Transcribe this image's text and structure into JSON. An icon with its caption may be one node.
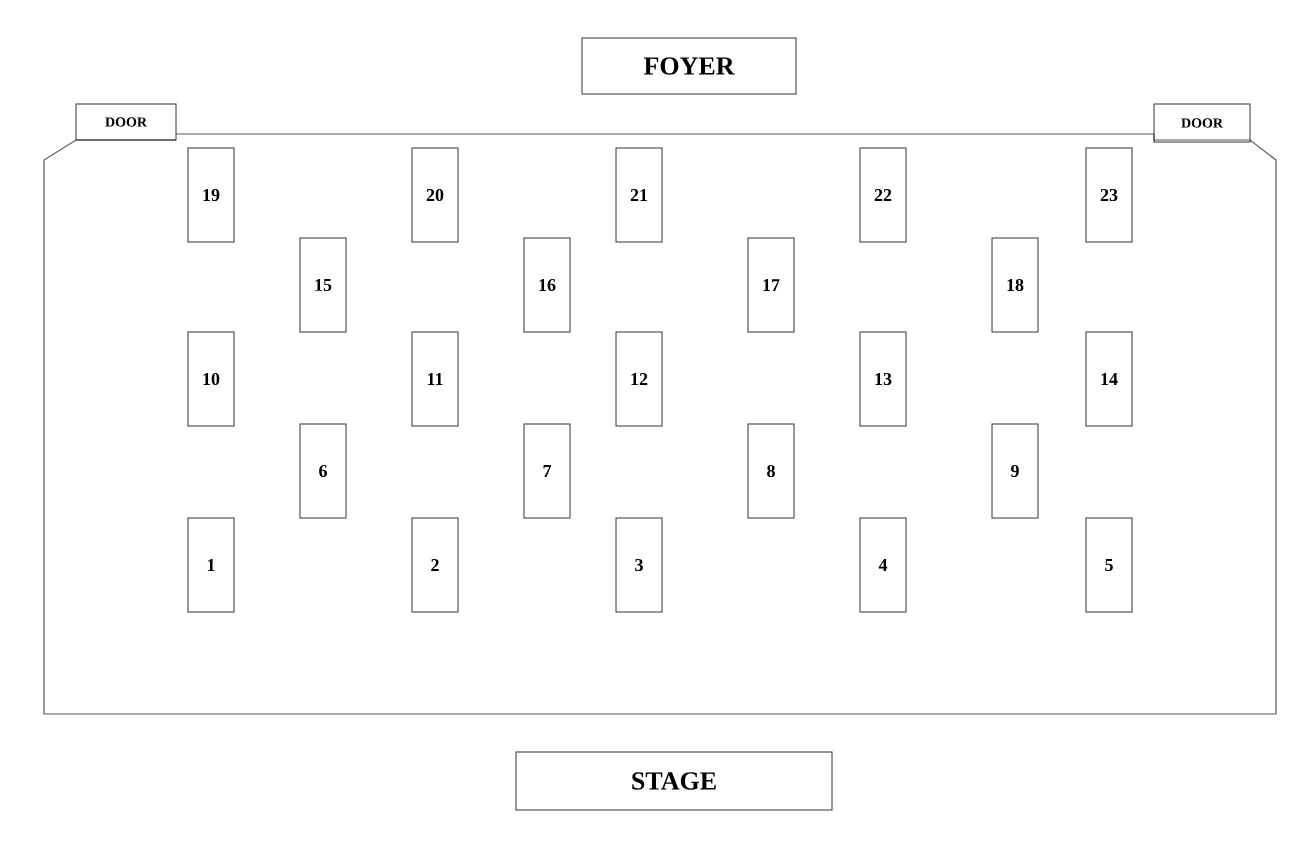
{
  "diagram": {
    "nodes": [
      {
        "text": [
          "FOYER"
        ]
      },
      {
        "text": [
          "DOOR"
        ]
      },
      {
        "text": [
          "DOOR"
        ]
      },
      {
        "text": [
          "19"
        ]
      },
      {
        "text": [
          "20"
        ]
      },
      {
        "text": [
          "21"
        ]
      },
      {
        "text": [
          "22"
        ]
      },
      {
        "text": [
          "23"
        ]
      },
      {
        "text": [
          "15"
        ]
      },
      {
        "text": [
          "16"
        ]
      },
      {
        "text": [
          "17"
        ]
      },
      {
        "text": [
          "18"
        ]
      },
      {
        "text": [
          "10"
        ]
      },
      {
        "text": [
          "11"
        ]
      },
      {
        "text": [
          "12"
        ]
      },
      {
        "text": [
          "13"
        ]
      },
      {
        "text": [
          "14"
        ]
      },
      {
        "text": [
          "6"
        ]
      },
      {
        "text": [
          "7"
        ]
      },
      {
        "text": [
          "8"
        ]
      },
      {
        "text": [
          "9"
        ]
      },
      {
        "text": [
          "1"
        ]
      },
      {
        "text": [
          "2"
        ]
      },
      {
        "text": [
          "3"
        ]
      },
      {
        "text": [
          "4"
        ]
      },
      {
        "text": [
          "5"
        ]
      },
      {
        "text": [
          "STAGE"
        ]
      }
    ]
  }
}
